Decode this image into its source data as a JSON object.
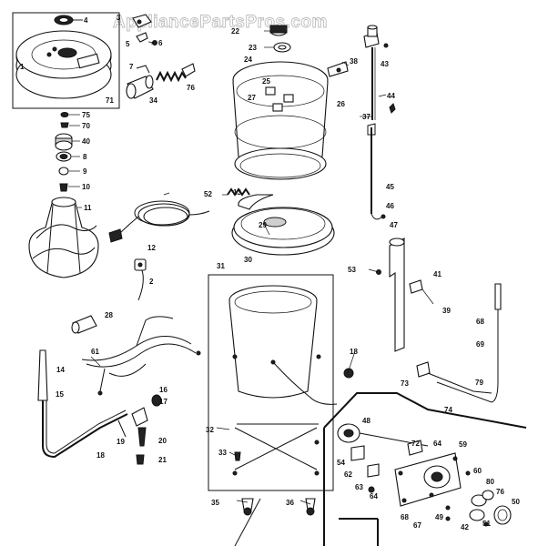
{
  "watermark": "AppliancePartsPros.com",
  "callouts": {
    "c1": "1",
    "c2": "2",
    "c3": "3",
    "c4": "4",
    "c5": "5",
    "c6": "6",
    "c7": "7",
    "c8": "8",
    "c9": "9",
    "c10": "10",
    "c11": "11",
    "c12": "12",
    "c13": "13",
    "c14": "14",
    "c15": "15",
    "c16": "16",
    "c17": "17",
    "c18": "18",
    "c19": "19",
    "c20": "20",
    "c21": "21",
    "c22": "22",
    "c23": "23",
    "c24": "24",
    "c25": "25",
    "c26": "26",
    "c27": "27",
    "c28": "28",
    "c29": "29",
    "c30": "30",
    "c31": "31",
    "c32": "32",
    "c33": "33",
    "c34": "34",
    "c35": "35",
    "c36": "36",
    "c37": "37",
    "c38": "38",
    "c39": "39",
    "c40": "40",
    "c41": "41",
    "c42": "42",
    "c43": "43",
    "c44": "44",
    "c45": "45",
    "c46": "46",
    "c47": "47",
    "c48": "48",
    "c49": "49",
    "c50": "50",
    "c51": "51",
    "c52": "52",
    "c53": "53",
    "c54": "54",
    "c59": "59",
    "c60": "60",
    "c61": "61",
    "c62": "62",
    "c63": "63",
    "c64": "64",
    "c67": "67",
    "c68": "68",
    "c69": "69",
    "c70": "70",
    "c71": "71",
    "c72": "72",
    "c73": "73",
    "c74": "74",
    "c75": "75",
    "c76": "76",
    "c79": "79",
    "c80": "80"
  }
}
